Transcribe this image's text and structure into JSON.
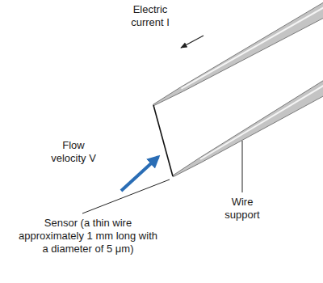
{
  "diagram": {
    "labels": [
      "Electric current I",
      "Flow velocity V",
      "Wire support",
      "Sensor (a thin wire approximately 1 mm long with a diameter of 5 μm)"
    ]
  }
}
